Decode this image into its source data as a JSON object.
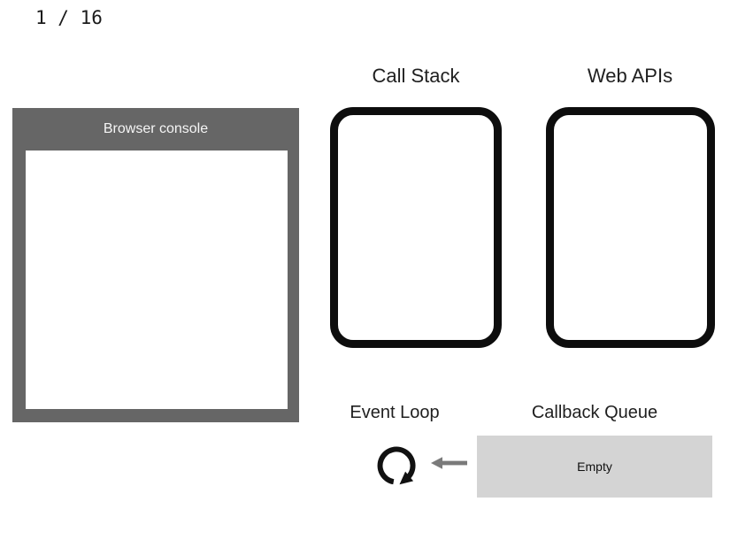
{
  "page": {
    "counter": "1 / 16",
    "background": "#ffffff"
  },
  "console": {
    "title": "Browser console",
    "output_lines": []
  },
  "call_stack": {
    "title": "Call Stack",
    "frames": []
  },
  "web_apis": {
    "title": "Web APIs",
    "tasks": []
  },
  "event_loop": {
    "label": "Event Loop",
    "icon": "loop-circular-arrow-icon"
  },
  "callback_queue": {
    "label": "Callback Queue",
    "status": "Empty"
  },
  "colors": {
    "console_frame": "#666666",
    "console_title_text": "#f5f5f5",
    "box_border": "#0d0d0d",
    "queue_box": "#d4d4d4",
    "icon": "#111111",
    "flow_arrow": "#7a7a7a",
    "text": "#1f1f1f"
  }
}
